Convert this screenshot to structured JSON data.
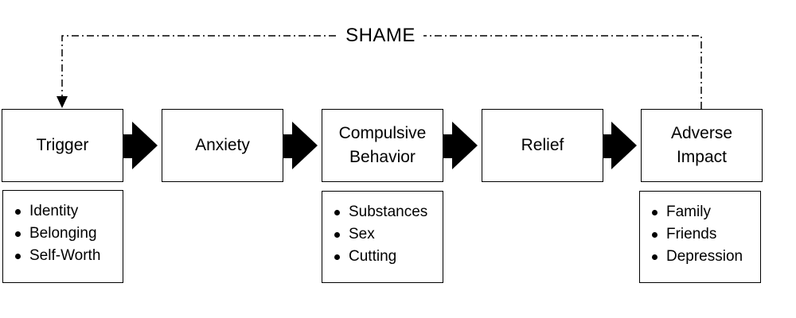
{
  "feedback_label": "SHAME",
  "steps": [
    {
      "id": "trigger",
      "label": "Trigger"
    },
    {
      "id": "anxiety",
      "label": "Anxiety"
    },
    {
      "id": "compulsive-behavior",
      "label": "Compulsive\nBehavior"
    },
    {
      "id": "relief",
      "label": "Relief"
    },
    {
      "id": "adverse-impact",
      "label": "Adverse\nImpact"
    }
  ],
  "details": {
    "trigger": [
      "Identity",
      "Belonging",
      "Self-Worth"
    ],
    "compulsive_behavior": [
      "Substances",
      "Sex",
      "Cutting"
    ],
    "adverse_impact": [
      "Family",
      "Friends",
      "Depression"
    ]
  }
}
